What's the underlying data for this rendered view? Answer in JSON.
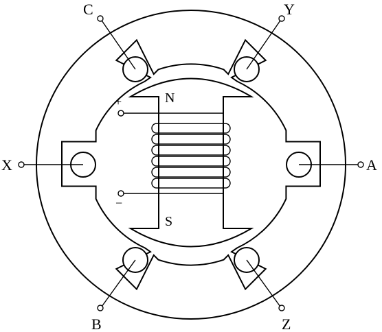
{
  "terminals": {
    "c": "C",
    "y": "Y",
    "x": "X",
    "a": "A",
    "b": "B",
    "z": "Z"
  },
  "rotor": {
    "north": "N",
    "south": "S",
    "plus": "+",
    "minus": "−"
  }
}
